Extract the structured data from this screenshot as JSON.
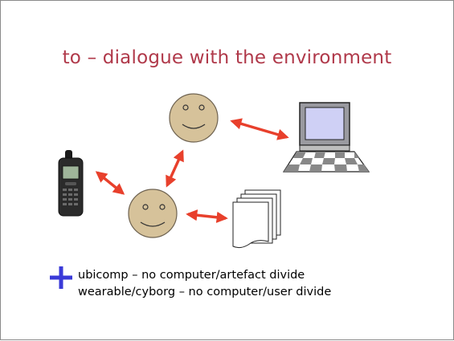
{
  "slide": {
    "title": "to – dialogue with the environment",
    "bullets": [
      "ubicomp – no computer/artefact divide",
      "wearable/cyborg – no computer/user divide"
    ]
  },
  "colors": {
    "title": "#b0394a",
    "arrow": "#e8402c",
    "face": "#d6c29a",
    "plus": "#3a3ad8",
    "screen": "#cfd0f5"
  },
  "icons": [
    "smiley-face-icon",
    "smiley-face-icon",
    "computer-icon",
    "mobile-phone-icon",
    "document-stack-icon",
    "plus-icon"
  ]
}
